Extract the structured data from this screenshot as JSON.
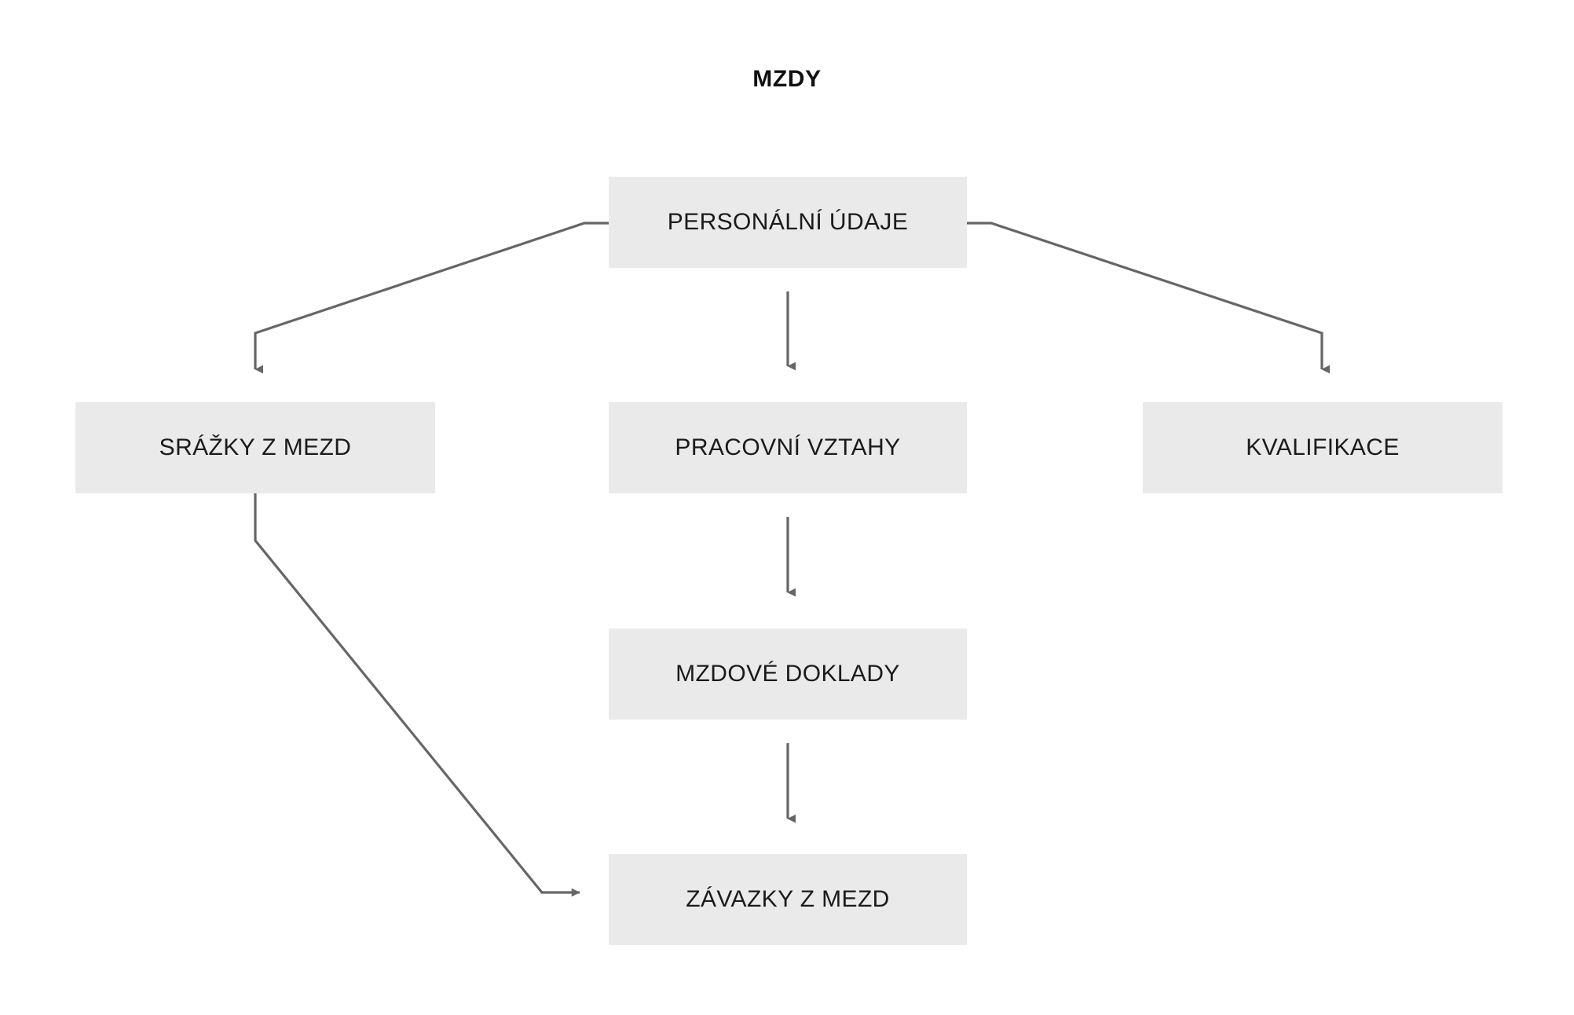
{
  "diagram": {
    "title": "MZDY",
    "type": "flowchart",
    "background_color": "#ffffff",
    "node_fill_color": "#eaeaea",
    "node_text_color": "#1b1b1b",
    "edge_color": "#666666",
    "nodes": [
      {
        "id": "personalni-udaje",
        "label": "PERSONÁLNÍ ÚDAJE"
      },
      {
        "id": "srazky-z-mezd",
        "label": "SRÁŽKY Z MEZD"
      },
      {
        "id": "pracovni-vztahy",
        "label": "PRACOVNÍ VZTAHY"
      },
      {
        "id": "kvalifikace",
        "label": "KVALIFIKACE"
      },
      {
        "id": "mzdove-doklady",
        "label": "MZDOVÉ DOKLADY"
      },
      {
        "id": "zavazky-z-mezd",
        "label": "ZÁVAZKY Z MEZD"
      }
    ],
    "edges": [
      {
        "id": "edge-personalni-udaje-to-srazky-z-mezd",
        "from": "personalni-udaje",
        "to": "srazky-z-mezd",
        "arrow": "down"
      },
      {
        "id": "edge-personalni-udaje-to-pracovni-vztahy",
        "from": "personalni-udaje",
        "to": "pracovni-vztahy",
        "arrow": "down"
      },
      {
        "id": "edge-personalni-udaje-to-kvalifikace",
        "from": "personalni-udaje",
        "to": "kvalifikace",
        "arrow": "down"
      },
      {
        "id": "edge-pracovni-vztahy-to-mzdove-doklady",
        "from": "pracovni-vztahy",
        "to": "mzdove-doklady",
        "arrow": "down"
      },
      {
        "id": "edge-mzdove-doklady-to-zavazky-z-mezd",
        "from": "mzdove-doklady",
        "to": "zavazky-z-mezd",
        "arrow": "down"
      },
      {
        "id": "edge-srazky-z-mezd-to-zavazky-z-mezd",
        "from": "srazky-z-mezd",
        "to": "zavazky-z-mezd",
        "arrow": "right"
      }
    ]
  }
}
